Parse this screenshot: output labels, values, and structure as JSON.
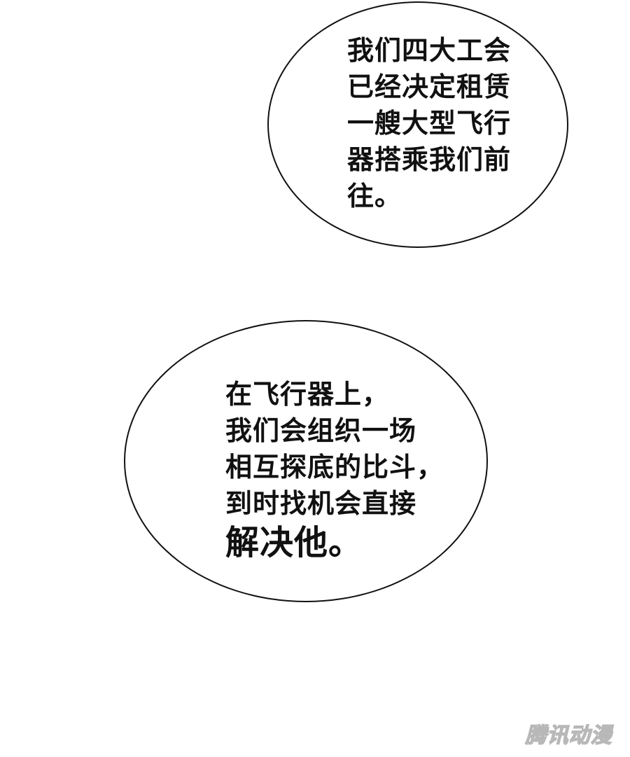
{
  "bubbles": [
    {
      "lines": [
        "我们四大工会",
        "已经决定租赁",
        "一艘大型飞行",
        "器搭乘我们前",
        "往。"
      ]
    },
    {
      "lines": [
        "在飞行器上，",
        "我们会组织一场",
        "相互探底的比斗，",
        "到时找机会直接",
        "解决他。"
      ]
    }
  ],
  "watermark": {
    "text": "腾讯动漫"
  },
  "colors": {
    "ink": "#111111",
    "background": "#ffffff",
    "watermark_outline": "#b8b8b8"
  }
}
